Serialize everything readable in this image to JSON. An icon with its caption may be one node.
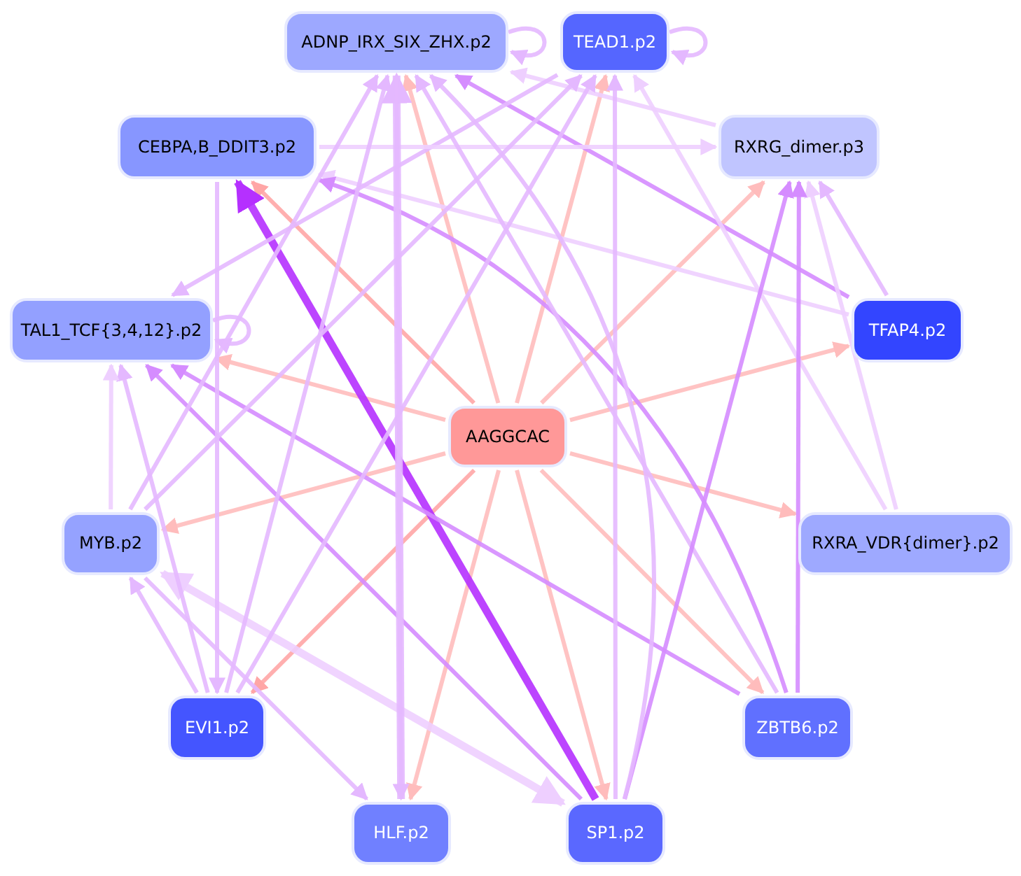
{
  "diagram": {
    "nodes": [
      {
        "text": [
          "ADNP_IRX_SIX_ZHX.p2"
        ]
      },
      {
        "text": [
          "TEAD1.p2"
        ]
      },
      {
        "text": [
          "CEBPA,B_DDIT3.p2"
        ]
      },
      {
        "text": [
          "RXRG_dimer.p3"
        ]
      },
      {
        "text": [
          "TAL1_TCF{3,4,12}.p2"
        ]
      },
      {
        "text": [
          "TFAP4.p2"
        ]
      },
      {
        "text": [
          "AAGGCAC"
        ]
      },
      {
        "text": [
          "MYB.p2"
        ]
      },
      {
        "text": [
          "RXRA_VDR{dimer}.p2"
        ]
      },
      {
        "text": [
          "EVI1.p2"
        ]
      },
      {
        "text": [
          "ZBTB6.p2"
        ]
      },
      {
        "text": [
          "HLF.p2"
        ]
      },
      {
        "text": [
          "SP1.p2"
        ]
      }
    ],
    "edges": [
      {
        "from": 6,
        "to": 0,
        "arrow": "to",
        "color": "#ffbcbc"
      },
      {
        "from": 6,
        "to": 1,
        "arrow": "to",
        "color": "#ffbcbc"
      },
      {
        "from": 6,
        "to": 2,
        "arrow": "to",
        "color": "#ffa6a6"
      },
      {
        "from": 6,
        "to": 3,
        "arrow": "to",
        "color": "#ffbcbc"
      },
      {
        "from": 6,
        "to": 4,
        "arrow": "to",
        "color": "#ffbcbc"
      },
      {
        "from": 6,
        "to": 5,
        "arrow": "to",
        "color": "#ffbcbc"
      },
      {
        "from": 6,
        "to": 7,
        "arrow": "to",
        "color": "#ffbcbc"
      },
      {
        "from": 6,
        "to": 8,
        "arrow": "to",
        "color": "#ffbcbc"
      },
      {
        "from": 6,
        "to": 9,
        "arrow": "to",
        "color": "#ffa6a6"
      },
      {
        "from": 6,
        "to": 10,
        "arrow": "to",
        "color": "#ffbcbc"
      },
      {
        "from": 6,
        "to": 11,
        "arrow": "to",
        "color": "#ffbcbc"
      },
      {
        "from": 6,
        "to": 12,
        "arrow": "to",
        "color": "#ffbcbc"
      },
      {
        "from": 0,
        "to": 0,
        "arrow": "to"
      },
      {
        "from": 1,
        "to": 1,
        "arrow": "to"
      },
      {
        "from": 4,
        "to": 4,
        "arrow": "to"
      },
      {
        "from": 12,
        "to": 2,
        "arrow": "to",
        "style": "thick",
        "color": "#b530ff"
      },
      {
        "from": 5,
        "to": 0,
        "arrow": "to",
        "color": "#d58cff"
      },
      {
        "from": 5,
        "to": 2,
        "arrow": "to",
        "color": "#eecfff"
      },
      {
        "from": 5,
        "to": 3,
        "arrow": "to"
      },
      {
        "from": 8,
        "to": 3,
        "arrow": "to",
        "color": "#eecfff"
      },
      {
        "from": 8,
        "to": 1,
        "arrow": "to",
        "color": "#eecfff"
      },
      {
        "from": 3,
        "to": 0,
        "arrow": "to",
        "color": "#eecfff"
      },
      {
        "from": 1,
        "to": 4,
        "arrow": "to"
      },
      {
        "from": 2,
        "to": 3,
        "arrow": "to",
        "color": "#eecfff"
      },
      {
        "from": 10,
        "to": 2,
        "arrow": "to",
        "color": "#d58cff"
      },
      {
        "from": 10,
        "to": 3,
        "arrow": "to",
        "color": "#d58cff"
      },
      {
        "from": 10,
        "to": 0,
        "arrow": "to"
      },
      {
        "from": 10,
        "to": 4,
        "arrow": "to",
        "color": "#d58cff"
      },
      {
        "from": 12,
        "to": 3,
        "arrow": "to",
        "color": "#d58cff"
      },
      {
        "from": 12,
        "to": 1,
        "arrow": "to"
      },
      {
        "from": 12,
        "to": 0,
        "arrow": "to"
      },
      {
        "from": 12,
        "to": 7,
        "arrow": "both",
        "style": "thick",
        "color": "#eecfff"
      },
      {
        "from": 12,
        "to": 4,
        "arrow": "to",
        "color": "#d58cff"
      },
      {
        "from": 9,
        "to": 7,
        "arrow": "to"
      },
      {
        "from": 9,
        "to": 4,
        "arrow": "to"
      },
      {
        "from": 9,
        "to": 0,
        "arrow": "to"
      },
      {
        "from": 9,
        "to": 1,
        "arrow": "to"
      },
      {
        "from": 2,
        "to": 9,
        "arrow": "to"
      },
      {
        "from": 7,
        "to": 4,
        "arrow": "to",
        "color": "#eecfff"
      },
      {
        "from": 7,
        "to": 0,
        "arrow": "to"
      },
      {
        "from": 7,
        "to": 1,
        "arrow": "to"
      },
      {
        "from": 7,
        "to": 11,
        "arrow": "to"
      },
      {
        "from": 11,
        "to": 0,
        "arrow": "to",
        "style": "thick"
      },
      {
        "from": 0,
        "to": 11,
        "arrow": "to"
      }
    ]
  }
}
